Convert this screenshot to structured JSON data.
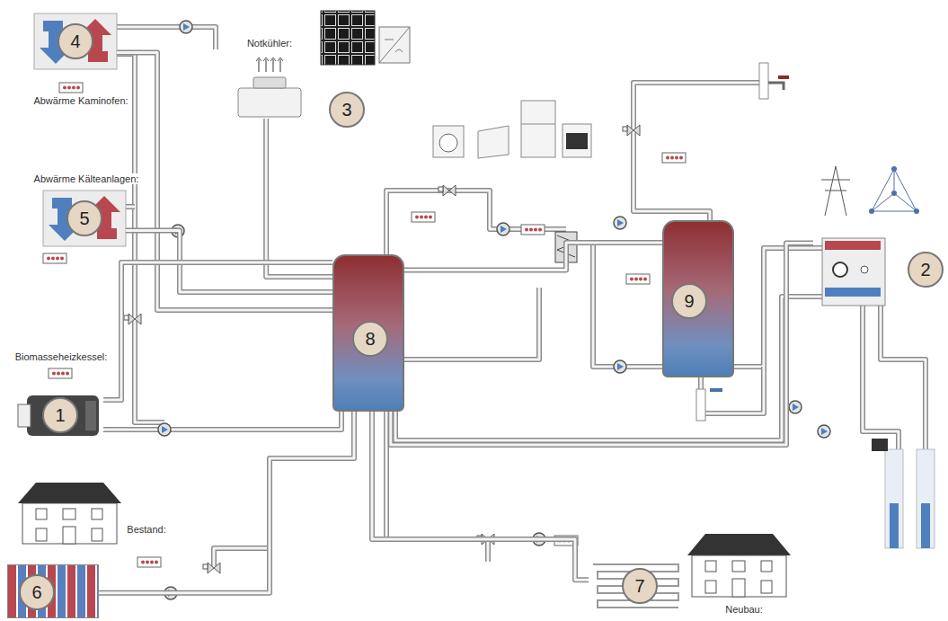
{
  "diagram": {
    "nodes": [
      {
        "text": [
          "4",
          "Abwärme Kaminofen:"
        ]
      },
      {
        "text": [
          "Notkühler:"
        ]
      },
      {
        "text": [
          "3"
        ]
      },
      {
        "text": [
          "2"
        ]
      },
      {
        "text": [
          "Abwärme Kälteanlagen:",
          "5"
        ]
      },
      {
        "text": [
          "8"
        ]
      },
      {
        "text": [
          "9"
        ]
      },
      {
        "text": [
          "Biomasseheizkessel:",
          "1"
        ]
      },
      {
        "text": [
          "Bestand:"
        ]
      },
      {
        "text": [
          "6"
        ]
      },
      {
        "text": [
          "7"
        ]
      },
      {
        "text": [
          "Neubau:"
        ]
      }
    ],
    "edges": [
      {
        "from": 0,
        "to": 5,
        "arrow": "none"
      },
      {
        "from": 1,
        "to": 5,
        "arrow": "none"
      },
      {
        "from": 3,
        "to": 5,
        "arrow": "none"
      },
      {
        "from": 4,
        "to": 5,
        "arrow": "none"
      },
      {
        "from": 5,
        "to": 6,
        "arrow": "none"
      },
      {
        "from": 7,
        "to": 5,
        "arrow": "none"
      },
      {
        "from": 5,
        "to": 9,
        "arrow": "none"
      },
      {
        "from": 5,
        "to": 10,
        "arrow": "none"
      }
    ]
  }
}
